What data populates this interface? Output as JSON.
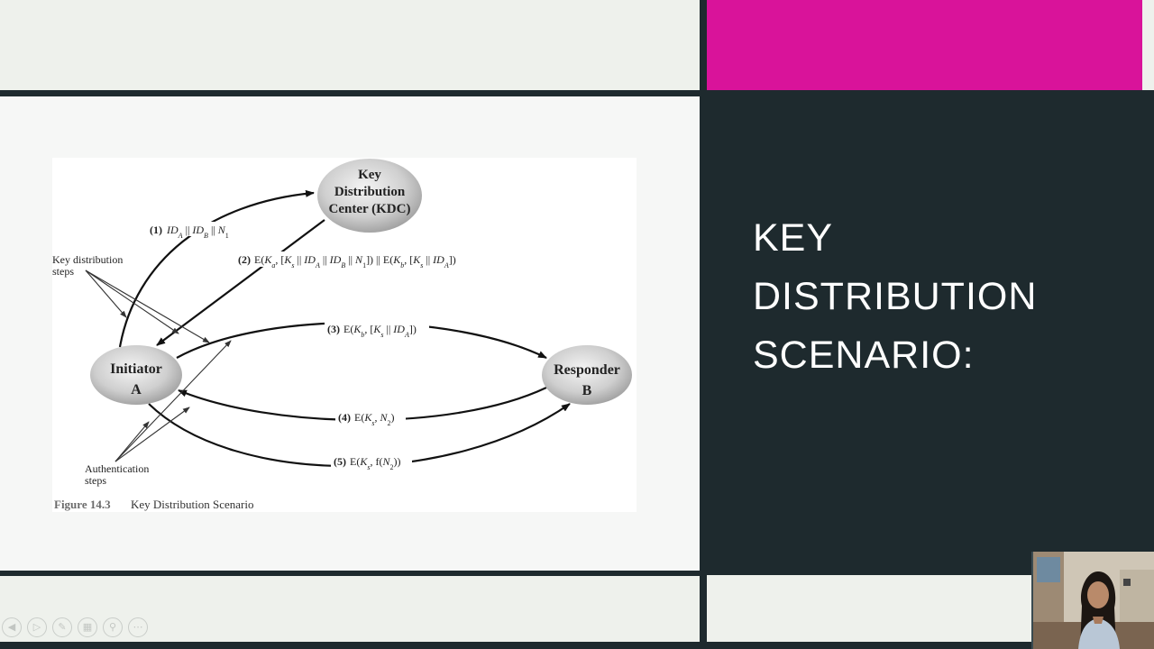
{
  "slide": {
    "title_lines": [
      "KEY",
      "DISTRIBUTION",
      "SCENARIO:"
    ]
  },
  "figure": {
    "caption_number": "Figure 14.3",
    "caption_text": "Key Distribution Scenario",
    "nodes": {
      "kdc": [
        "Key",
        "Distribution",
        "Center (KDC)"
      ],
      "initiator": [
        "Initiator",
        "A"
      ],
      "responder": [
        "Responder",
        "B"
      ]
    },
    "labels": {
      "key_distribution_steps": [
        "Key distribution",
        "steps"
      ],
      "authentication_steps": [
        "Authentication",
        "steps"
      ]
    },
    "messages": [
      {
        "num": "(1)",
        "text": "ID_A || ID_B || N_1"
      },
      {
        "num": "(2)",
        "text": "E(K_a, [K_s || ID_A || ID_B || N_1]) || E(K_b, [K_s || ID_A])"
      },
      {
        "num": "(3)",
        "text": "E(K_b, [K_s || ID_A])"
      },
      {
        "num": "(4)",
        "text": "E(K_s, N_2)"
      },
      {
        "num": "(5)",
        "text": "E(K_s, f(N_2))"
      }
    ]
  },
  "nav_controls": [
    "previous-icon",
    "play-icon",
    "pen-icon",
    "slides-icon",
    "zoom-icon",
    "more-icon"
  ],
  "colors": {
    "accent_magenta": "#d9139a",
    "dark_panel": "#1e2a2e",
    "light_bg": "#eef1ec"
  }
}
